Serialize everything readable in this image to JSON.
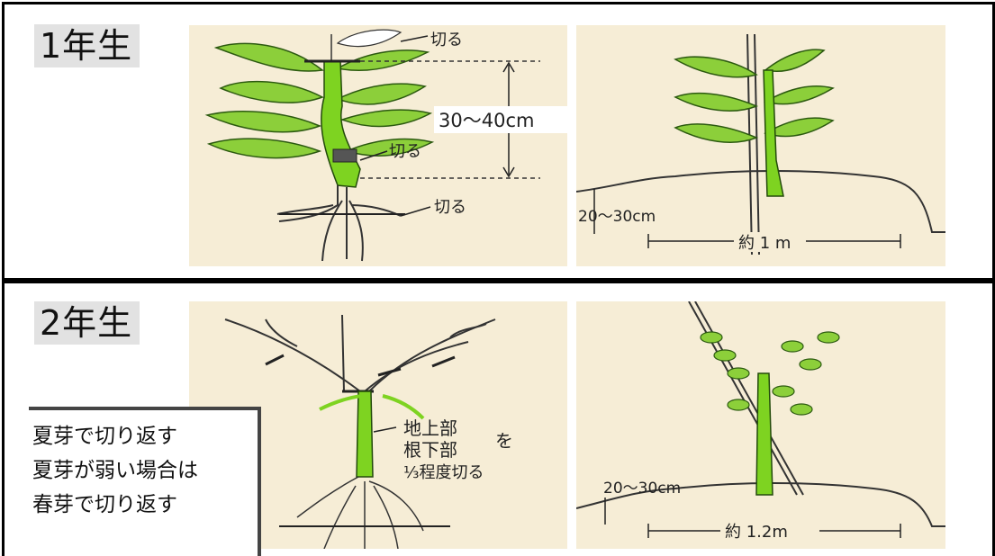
{
  "rows": [
    {
      "label": "1年生",
      "left": {
        "cut_top": "切る",
        "measure": "30〜40cm",
        "cut_mid": "切る",
        "cut_root": "切る"
      },
      "right": {
        "depth": "20〜30cm",
        "width": "約 1 m"
      }
    },
    {
      "label": "2年生",
      "left": {
        "line1": "地上部",
        "line2": "根下部",
        "suffix": "を",
        "line3": "⅓程度切る"
      },
      "right": {
        "depth": "20〜30cm",
        "width": "約 1.2m"
      }
    }
  ],
  "note": [
    "夏芽で切り返す",
    "夏芽が弱い場合は",
    "春芽で切り返す"
  ]
}
